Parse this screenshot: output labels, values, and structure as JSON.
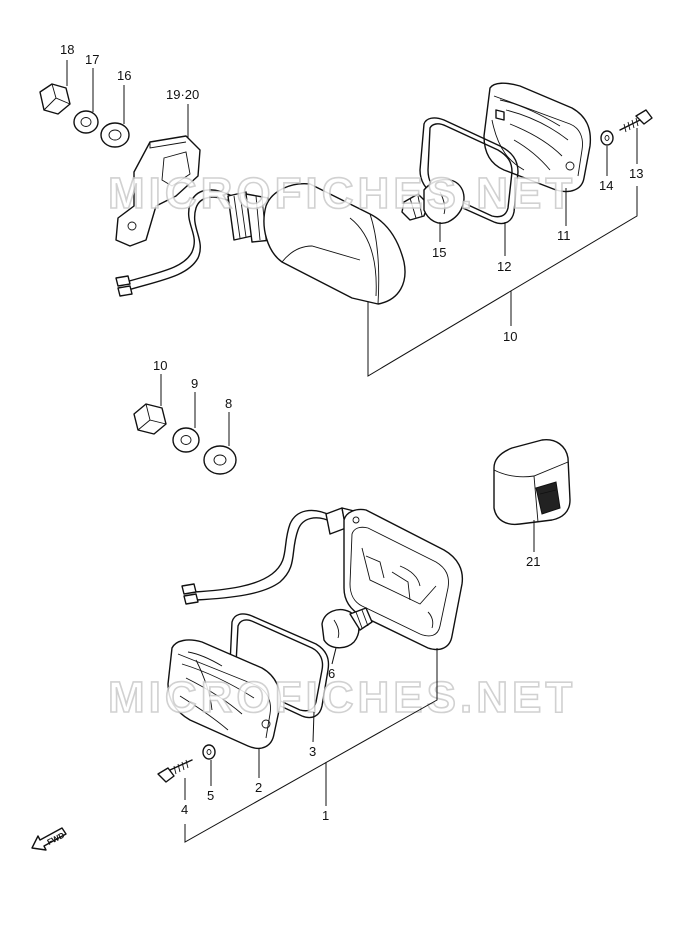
{
  "watermark": "MICROFICHES.NET",
  "fwd_label": "FWD",
  "callouts": {
    "c1": "1",
    "c2": "2",
    "c3": "3",
    "c4": "4",
    "c5": "5",
    "c6": "6",
    "c8": "8",
    "c9": "9",
    "c10a": "10",
    "c10b": "10",
    "c11": "11",
    "c12": "12",
    "c13": "13",
    "c14": "14",
    "c15": "15",
    "c16": "16",
    "c17": "17",
    "c18": "18",
    "c1920": "19·20",
    "c21": "21"
  }
}
